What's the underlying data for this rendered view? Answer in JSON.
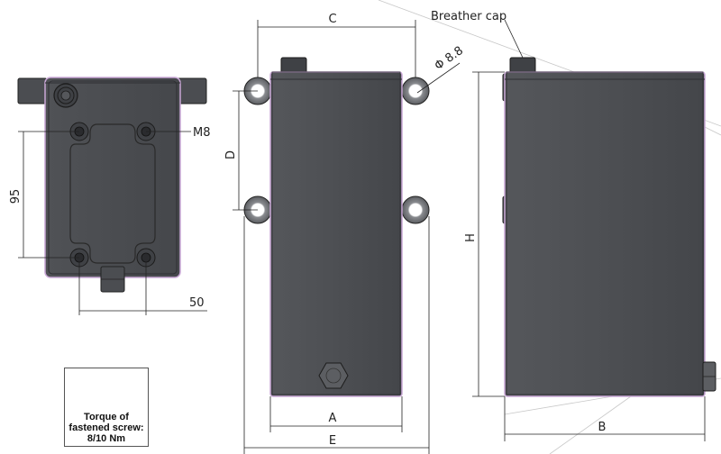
{
  "labels": {
    "breather_cap": "Breather cap",
    "diameter": "Φ 8.8",
    "thread": "M8",
    "dim_95": "95",
    "dim_50": "50",
    "dim_A": "A",
    "dim_B": "B",
    "dim_C": "C",
    "dim_D": "D",
    "dim_E": "E",
    "dim_H": "H"
  },
  "note": {
    "line1": "Torque of",
    "line2": "fastened screw:",
    "line3": "8/10 Nm"
  },
  "colors": {
    "body_dark": "#4a4c50",
    "body_light": "#5a5c60",
    "outline": "#2a2a2a",
    "edge_highlight": "#c9a7d6",
    "dimension": "#222222",
    "construction": "#bbbbbb"
  }
}
